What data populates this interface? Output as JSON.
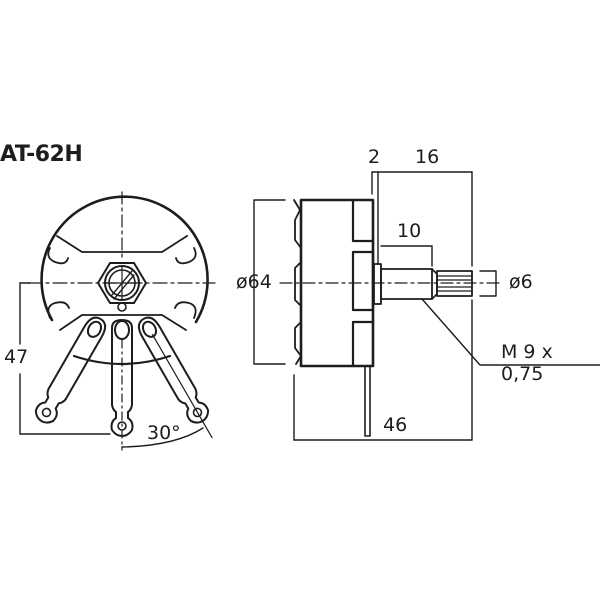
{
  "title": "AT-62H",
  "front_view": {
    "dimensions": {
      "height": "47",
      "angle": "30°"
    }
  },
  "side_view": {
    "dimensions": {
      "flange_thickness": "2",
      "shaft_length": "16",
      "thread_length": "10",
      "body_diameter": "ø64",
      "shaft_diameter": "ø6",
      "thread": "M 9 x 0,75",
      "overall_length": "46"
    }
  },
  "colors": {
    "line": "#1d1d1b",
    "background": "#ffffff"
  }
}
